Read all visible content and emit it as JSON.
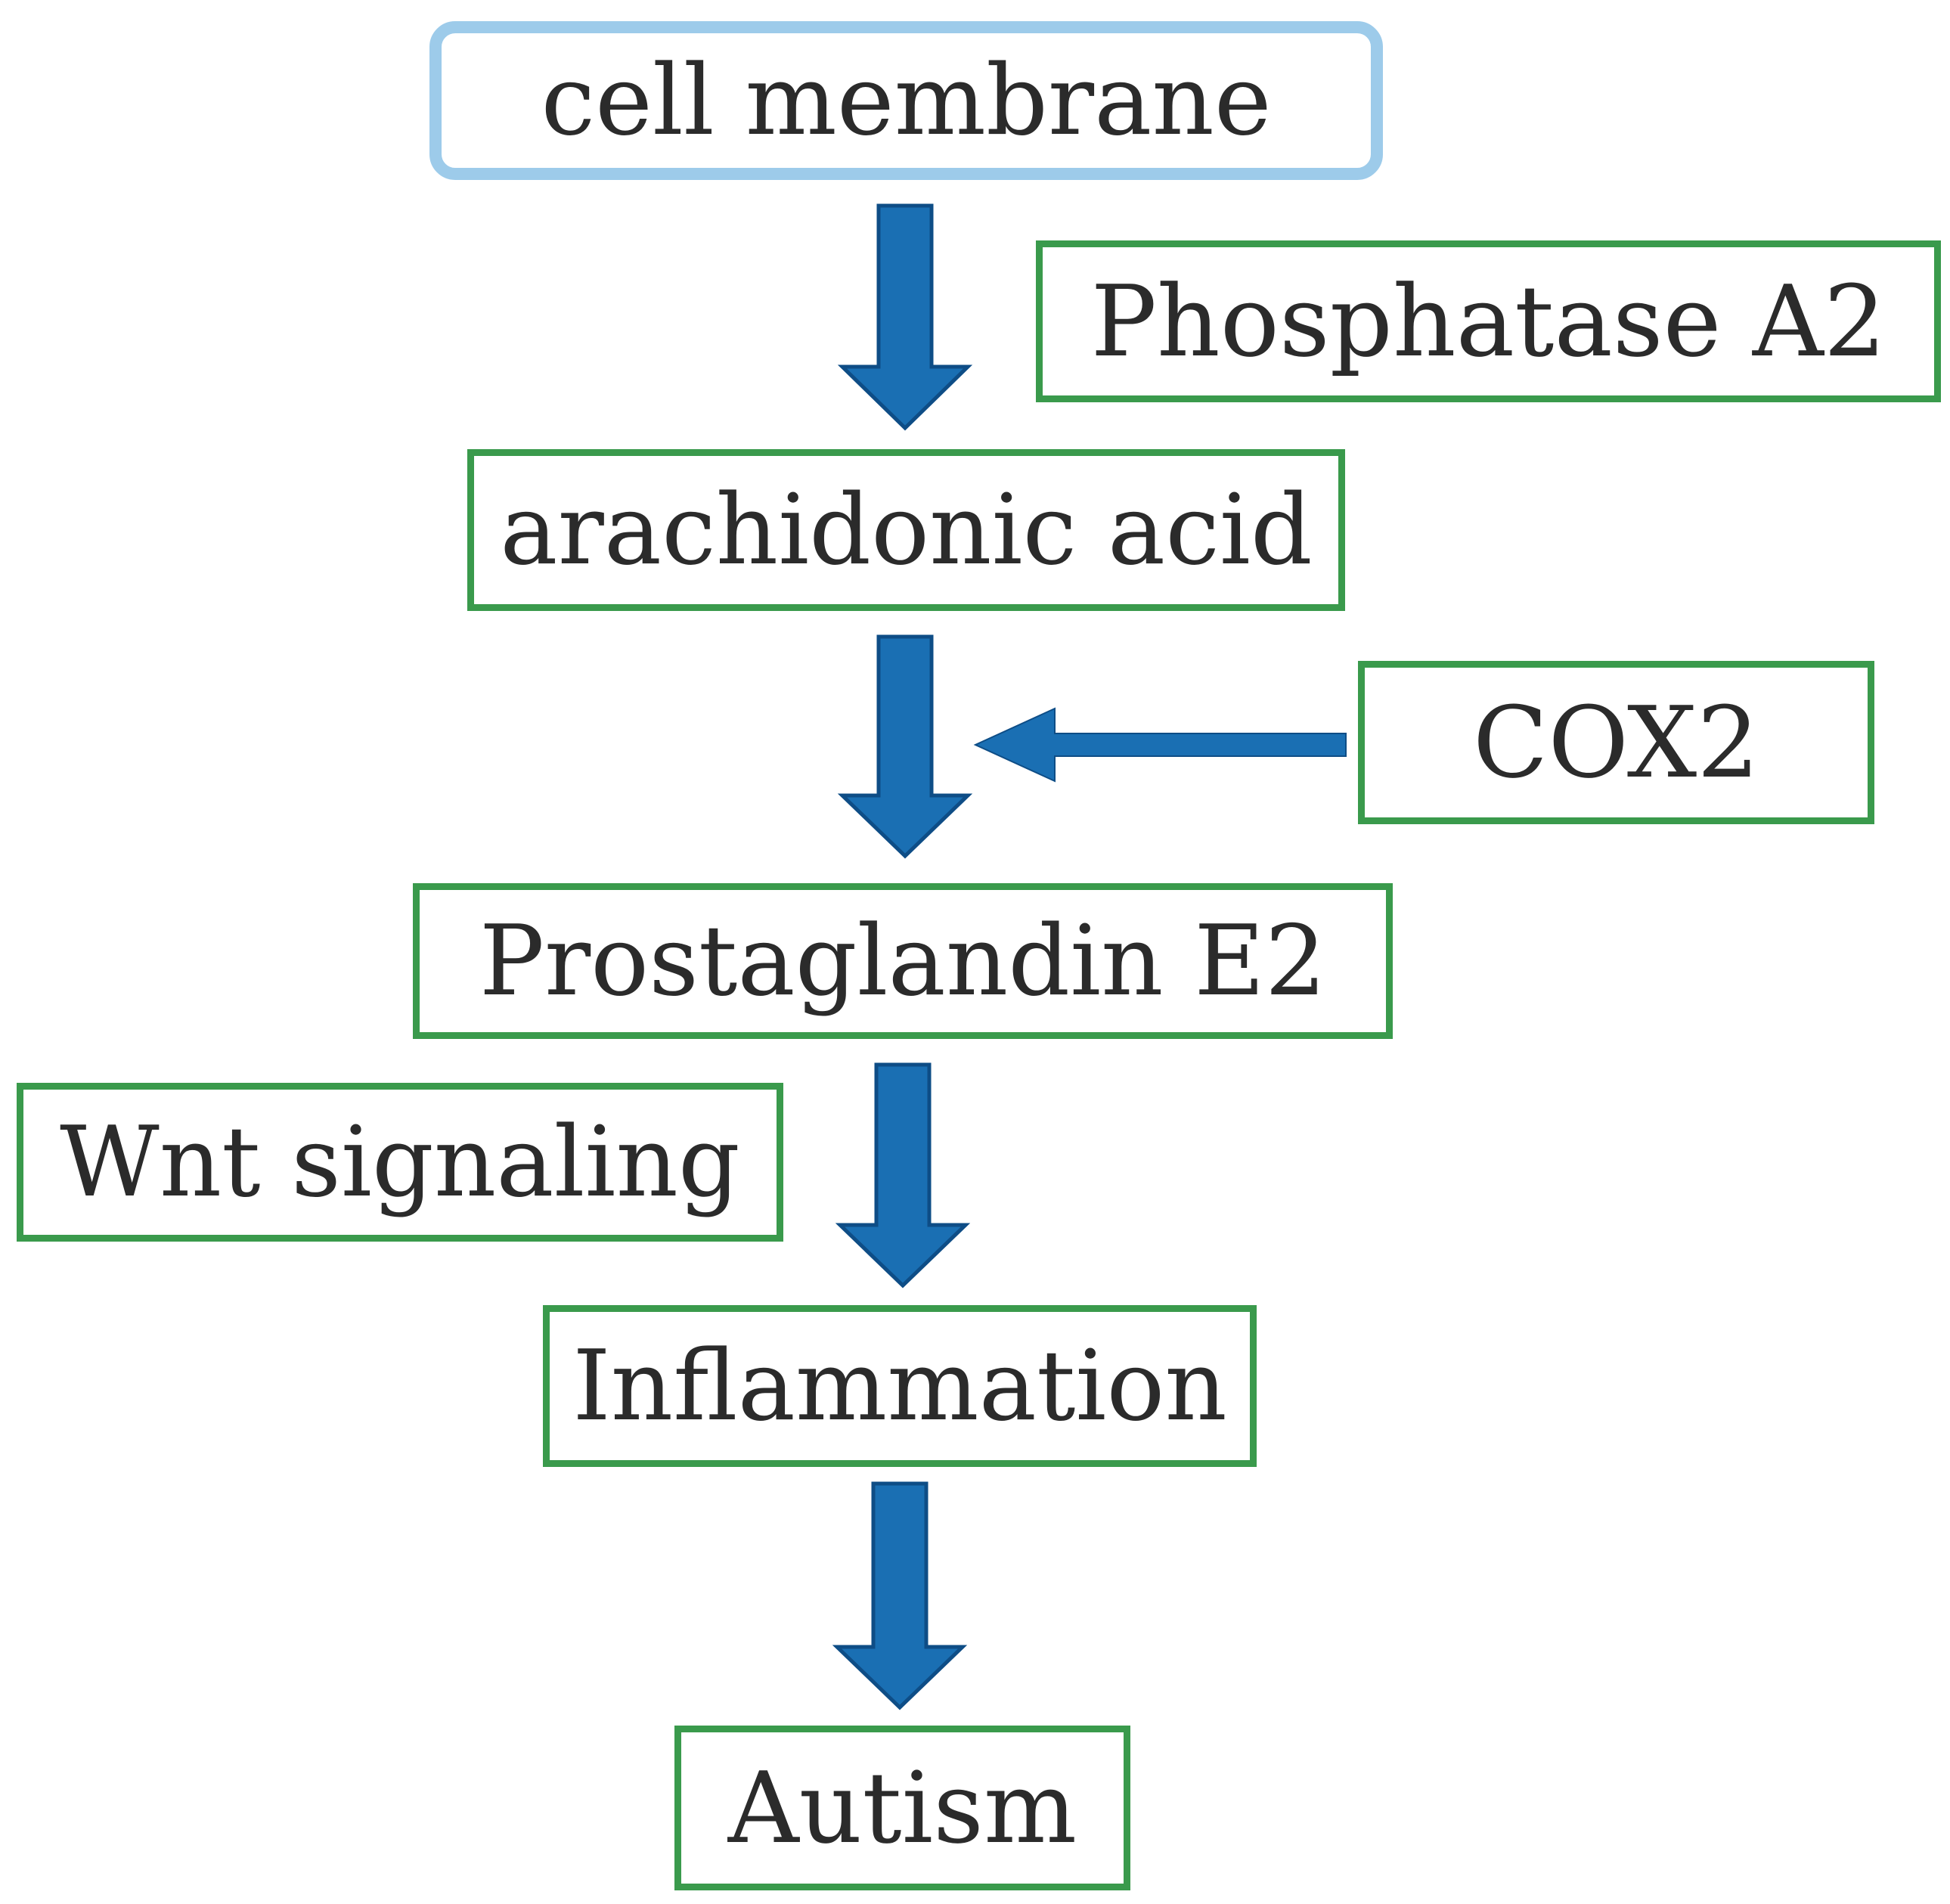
{
  "nodes": {
    "cell_membrane": "cell membrane",
    "phosphatase_a2": "Phosphatase A2",
    "arachidonic_acid": "arachidonic acid",
    "cox2": "COX2",
    "prostaglandin_e2": "Prostaglandin E2",
    "wnt_signaling": "Wnt signaling",
    "inflammation": "Inflammation",
    "autism": "Autism"
  },
  "edges": [
    {
      "from": "cell membrane",
      "to": "arachidonic acid",
      "modifier": "Phosphatase A2"
    },
    {
      "from": "arachidonic acid",
      "to": "Prostaglandin E2",
      "modifier": "COX2"
    },
    {
      "from": "Prostaglandin E2",
      "to": "Inflammation",
      "modifier": "Wnt signaling"
    },
    {
      "from": "Inflammation",
      "to": "Autism"
    }
  ],
  "colors": {
    "box_border": "#3a9a4c",
    "top_box_border": "#9dcbea",
    "arrow_fill": "#1a6fb3",
    "arrow_stroke": "#0e4d86",
    "text": "#2b2b2b"
  }
}
